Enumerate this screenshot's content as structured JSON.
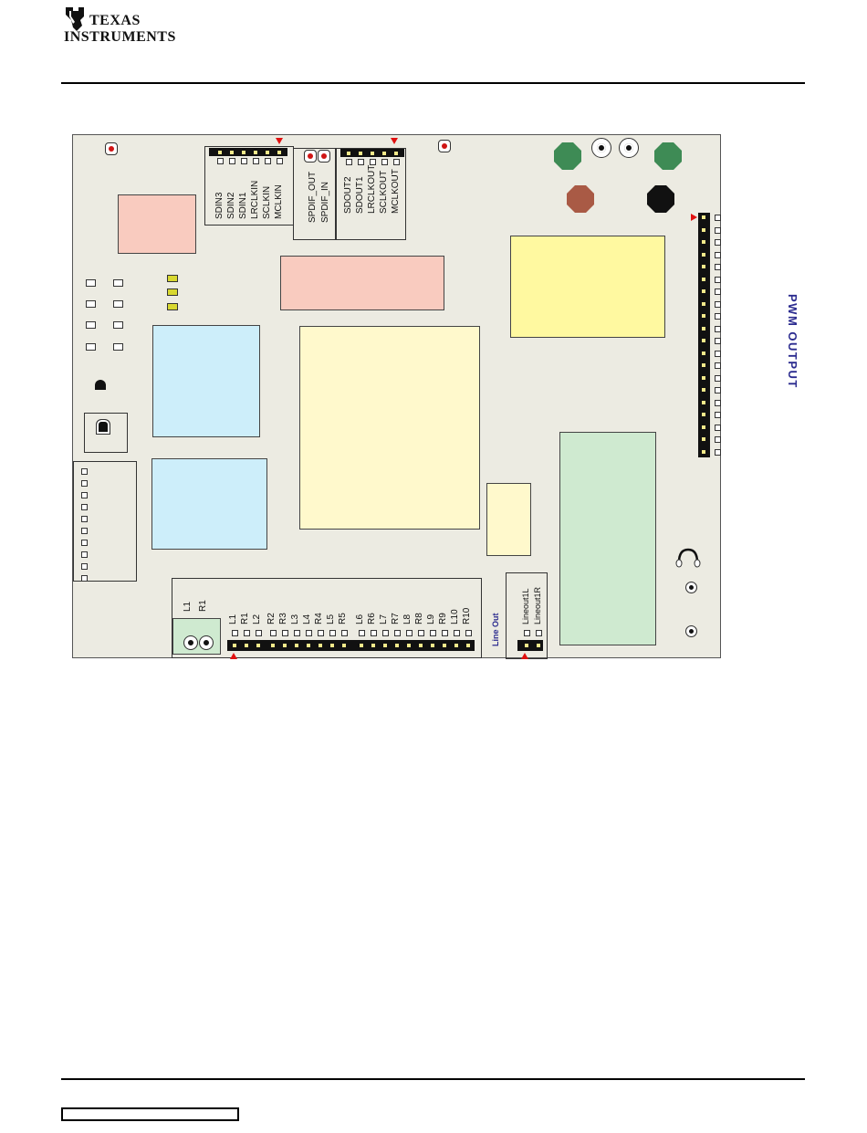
{
  "logo": {
    "line1": "TEXAS",
    "line2": "INSTRUMENTS",
    "icon": "ti-logo-icon"
  },
  "side_label": "PWM OUTPUT",
  "top_left_header": {
    "labels": [
      "SDIN3",
      "SDIN2",
      "SDIN1",
      "LRCLKIN",
      "SCLKIN",
      "MCLKIN"
    ]
  },
  "spdif": {
    "labels": [
      "SPDIF_OUT",
      "SPDIF_IN"
    ]
  },
  "top_right_header": {
    "labels": [
      "SDOUT2",
      "SDOUT1",
      "LRCLKOUT",
      "SCLKOUT",
      "MCLKOUT"
    ]
  },
  "terminal": {
    "labels": [
      "L1",
      "R1"
    ]
  },
  "bottom_header": {
    "labels": [
      "L1",
      "R1",
      "L2",
      "R2",
      "R3",
      "L3",
      "L4",
      "R4",
      "L5",
      "R5",
      "L6",
      "R6",
      "L7",
      "R7",
      "L8",
      "R8",
      "L9",
      "R9",
      "L10",
      "R10"
    ]
  },
  "line_out": {
    "title": "Line Out",
    "labels": [
      "Lineout1L",
      "Lineout1R"
    ]
  },
  "colors": {
    "pink": "#f9cbbf",
    "yellow": "#fff9a0",
    "cream": "#fff9cc",
    "blue": "#cdeefa",
    "green": "#cfead0",
    "accent_label": "#2b2b8f",
    "marker": "#e01010"
  }
}
